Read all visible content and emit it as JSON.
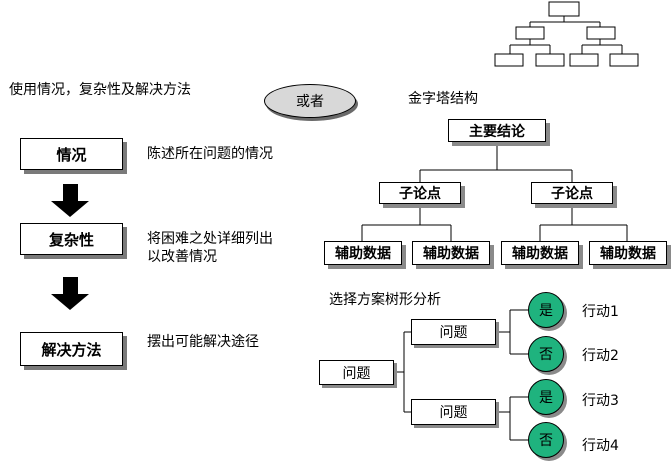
{
  "left": {
    "title": "使用情况，复杂性及解决方法",
    "steps": [
      {
        "label": "情况",
        "desc": "陈述所在问题的情况"
      },
      {
        "label": "复杂性",
        "desc_line1": "将困难之处详细列出",
        "desc_line2": "以改善情况"
      },
      {
        "label": "解决方法",
        "desc": "摆出可能解决途径"
      }
    ]
  },
  "oval": {
    "label": "或者"
  },
  "pyramid": {
    "title": "金字塔结构",
    "top": "主要结论",
    "mid": [
      "子论点",
      "子论点"
    ],
    "leaves": [
      "辅助数据",
      "辅助数据",
      "辅助数据",
      "辅助数据"
    ]
  },
  "tree": {
    "title": "选择方案树形分析",
    "root": "问题",
    "branches": [
      {
        "label": "问题",
        "outcomes": [
          {
            "answer": "是",
            "action": "行动1"
          },
          {
            "answer": "否",
            "action": "行动2"
          }
        ]
      },
      {
        "label": "问题",
        "outcomes": [
          {
            "answer": "是",
            "action": "行动3"
          },
          {
            "answer": "否",
            "action": "行动4"
          }
        ]
      }
    ]
  }
}
